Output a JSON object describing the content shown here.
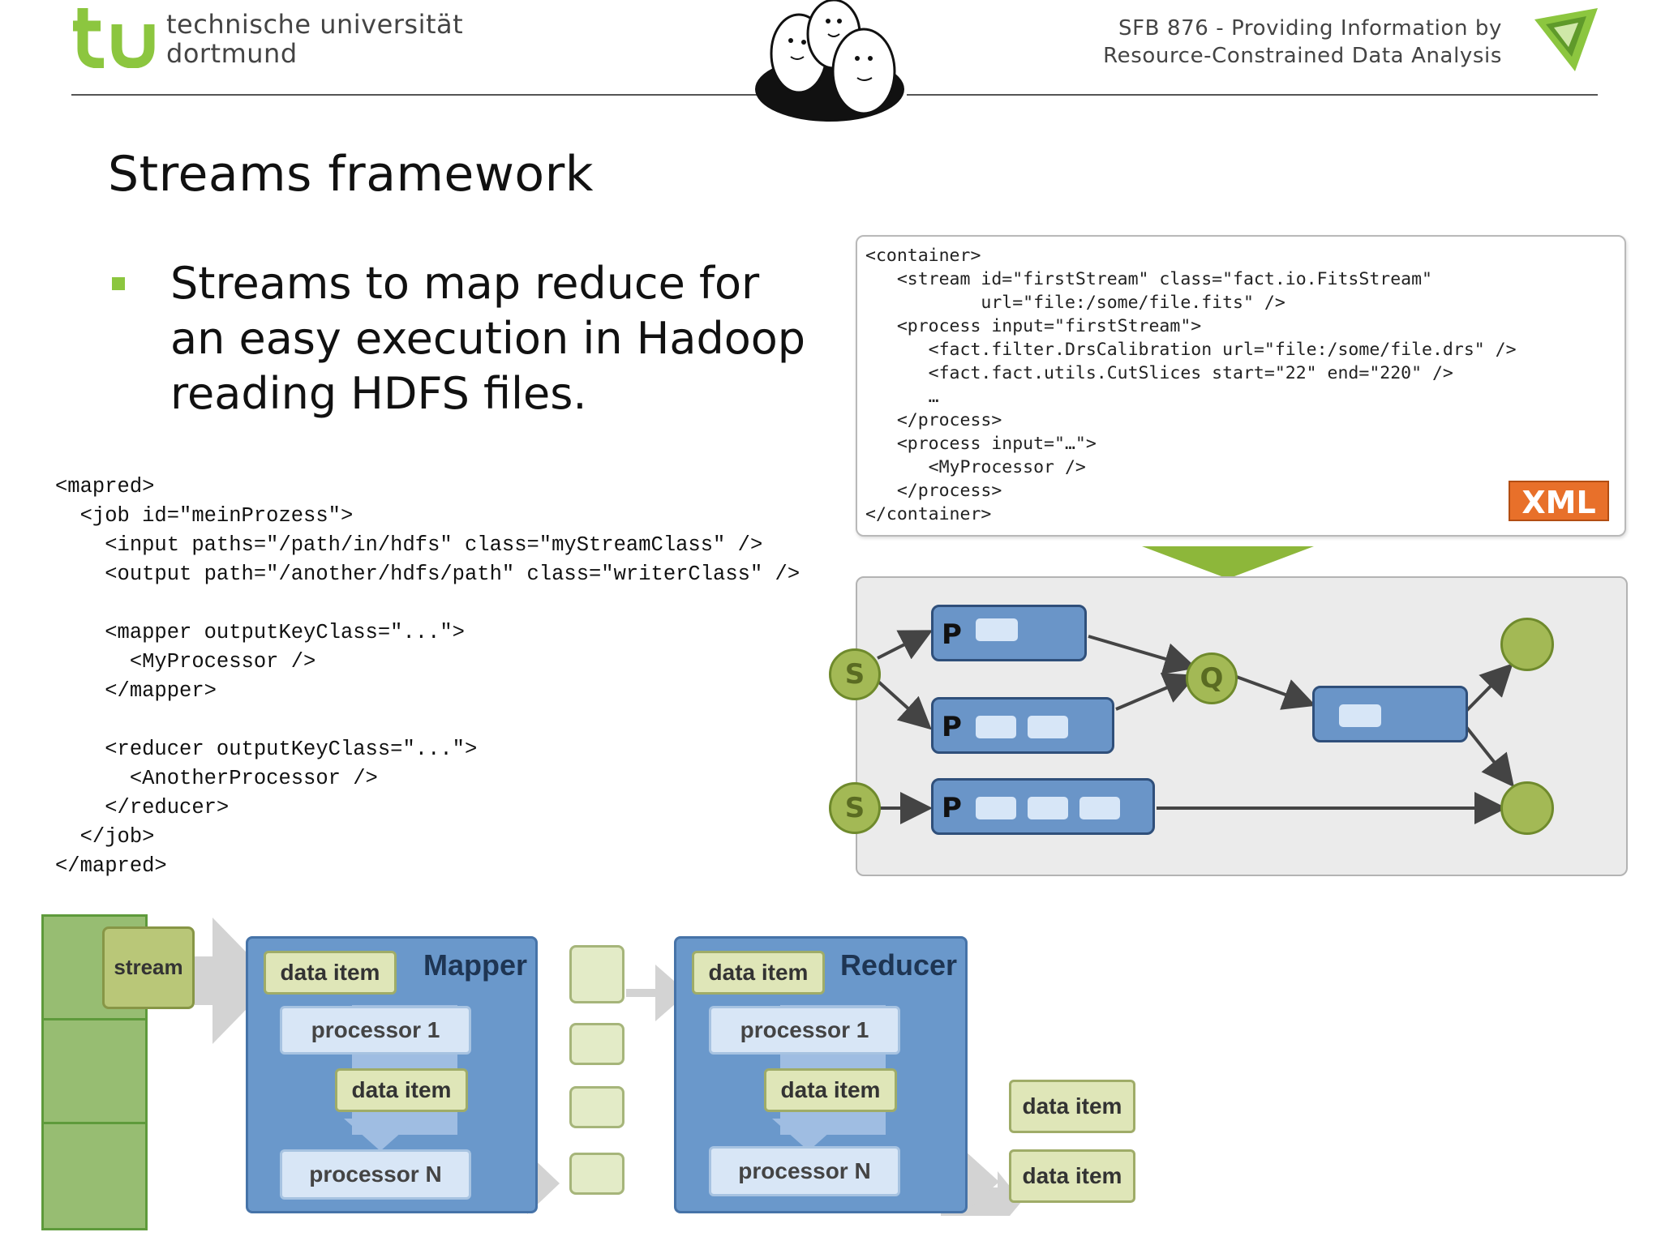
{
  "header": {
    "university_line1": "technische universität",
    "university_line2": "dortmund",
    "sfb_line1": "SFB 876  -  Providing Information by",
    "sfb_line2": "Resource-Constrained Data Analysis"
  },
  "slide": {
    "title": "Streams framework",
    "bullet": "Streams to map reduce for an easy execution in Hadoop reading HDFS files."
  },
  "mapred_code": "<mapred>\n  <job id=\"meinProzess\">\n    <input paths=\"/path/in/hdfs\" class=\"myStreamClass\" />\n    <output path=\"/another/hdfs/path\" class=\"writerClass\" />\n\n    <mapper outputKeyClass=\"...\">\n      <MyProcessor />\n    </mapper>\n\n    <reducer outputKeyClass=\"...\">\n      <AnotherProcessor />\n    </reducer>\n  </job>\n</mapred>",
  "xml_code": "<container>\n   <stream id=\"firstStream\" class=\"fact.io.FitsStream\"\n           url=\"file:/some/file.fits\" />\n   <process input=\"firstStream\">\n      <fact.filter.DrsCalibration url=\"file:/some/file.drs\" />\n      <fact.fact.utils.CutSlices start=\"22\" end=\"220\" />\n      …\n   </process>\n   <process input=\"…\">\n      <MyProcessor />\n   </process>\n</container>",
  "xml_badge": "XML",
  "graph": {
    "source_label": "S",
    "process_label": "P",
    "queue_label": "Q"
  },
  "mapreduce": {
    "stream_label": "stream",
    "mapper_title": "Mapper",
    "reducer_title": "Reducer",
    "data_item": "data item",
    "processor_1": "processor 1",
    "processor_n": "processor N"
  },
  "colors": {
    "tu_green": "#8cc63f",
    "process_blue": "#6a95c8",
    "xml_orange": "#e8702a",
    "node_green": "#a3b955"
  }
}
